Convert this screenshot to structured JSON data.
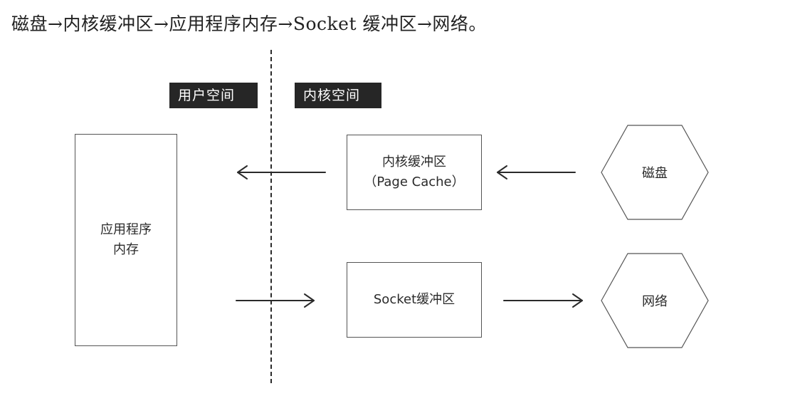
{
  "caption": "磁盘→内核缓冲区→应用程序内存→Socket 缓冲区→网络。",
  "regions": {
    "user_space": "用户空间",
    "kernel_space": "内核空间"
  },
  "nodes": {
    "app_memory": {
      "line1": "应用程序",
      "line2": "内存"
    },
    "page_cache": {
      "line1": "内核缓冲区",
      "line2": "（Page Cache）"
    },
    "socket_buffer": {
      "label": "Socket缓冲区"
    },
    "disk": {
      "label": "磁盘"
    },
    "network": {
      "label": "网络"
    }
  },
  "colors": {
    "tag_bg": "#262626",
    "tag_text": "#ffffff",
    "line": "#2a2a2a"
  }
}
